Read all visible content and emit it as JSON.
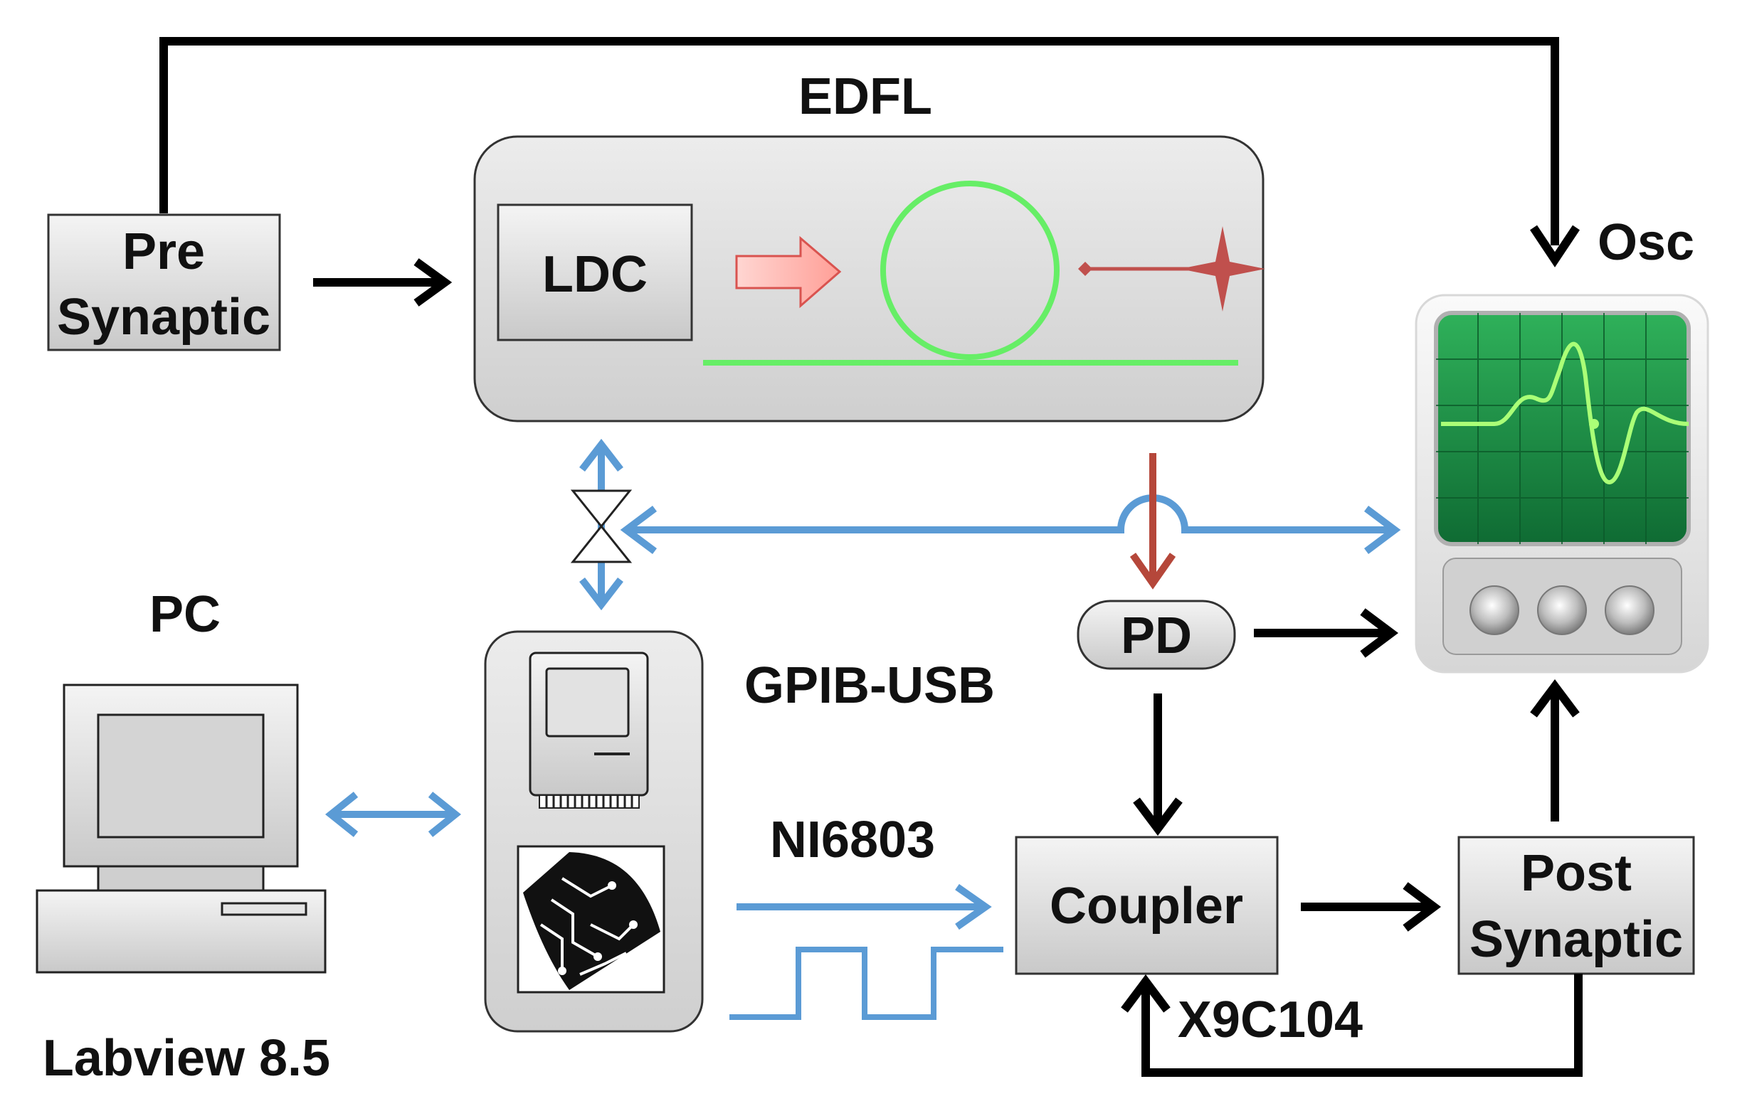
{
  "labels": {
    "edfl": "EDFL",
    "ldc": "LDC",
    "pre_line1": "Pre",
    "pre_line2": "Synaptic",
    "osc": "Osc",
    "pc": "PC",
    "gpib_usb": "GPIB-USB",
    "pd": "PD",
    "ni6803": "NI6803",
    "coupler": "Coupler",
    "post_line1": "Post",
    "post_line2": "Synaptic",
    "x9c104": "X9C104",
    "labview": "Labview 8.5"
  },
  "colors": {
    "black_arrow": "#000000",
    "blue_link": "#5b9bd5",
    "red_signal": "#b5473a",
    "fiber_green": "#66ee66",
    "screen_green": "#1f9a4a",
    "trace_green": "#aaff77"
  },
  "icons": [
    "computer-icon",
    "daq-instrument-icon",
    "oscilloscope-icon",
    "pulse-signal-icon",
    "laser-star-icon"
  ]
}
